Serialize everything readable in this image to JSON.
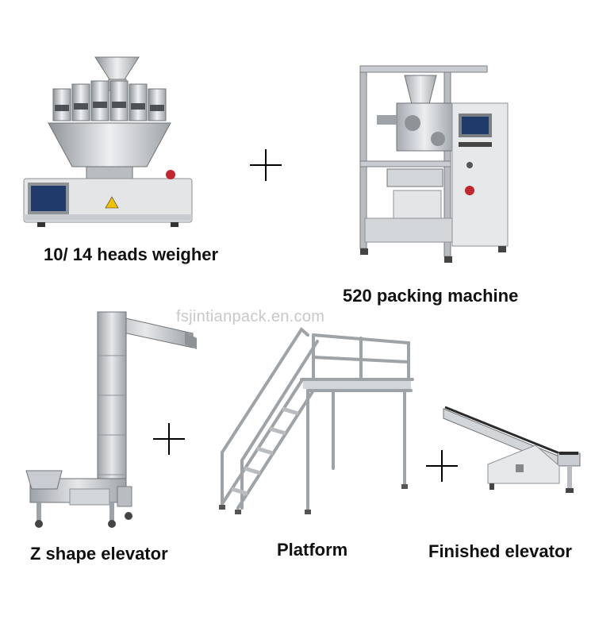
{
  "captions": {
    "weigher": "10/ 14 heads weigher",
    "packing": "520 packing machine",
    "z_elevator": "Z shape elevator",
    "platform": "Platform",
    "finished": "Finished elevator"
  },
  "watermark": "fsjintianpack.en.com",
  "colors": {
    "steel_light": "#e6e8ea",
    "steel_mid": "#b9bdc1",
    "steel_dark": "#6f7478",
    "screen": "#1f3a6b",
    "belt": "#2a2a2a",
    "warning_red": "#c1272d"
  }
}
